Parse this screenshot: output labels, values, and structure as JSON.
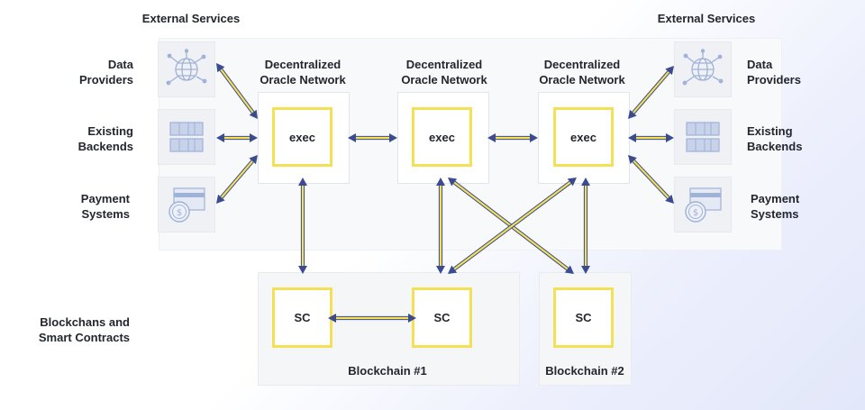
{
  "colors": {
    "arrow_fill": "#f4e054",
    "arrow_edge": "#3a4b8f",
    "box_border": "#f4e054",
    "icon": "#9fb2d8",
    "text": "#23262e"
  },
  "labels": {
    "external_services_left": "External Services",
    "external_services_right": "External Services",
    "data_providers_left": [
      "Data",
      "Providers"
    ],
    "existing_backends_left": [
      "Existing",
      "Backends"
    ],
    "payment_systems_left": [
      "Payment",
      "Systems"
    ],
    "data_providers_right": [
      "Data",
      "Providers"
    ],
    "existing_backends_right": [
      "Existing",
      "Backends"
    ],
    "payment_systems_right": [
      "Payment",
      "Systems"
    ],
    "blockchains_section": [
      "Blockchans and",
      "Smart Contracts"
    ]
  },
  "oracle_networks": [
    {
      "title": [
        "Decentralized",
        "Oracle Network"
      ],
      "exec_label": "exec"
    },
    {
      "title": [
        "Decentralized",
        "Oracle Network"
      ],
      "exec_label": "exec"
    },
    {
      "title": [
        "Decentralized",
        "Oracle Network"
      ],
      "exec_label": "exec"
    }
  ],
  "blockchains": [
    {
      "name": "Blockchain #1",
      "contracts": [
        "SC",
        "SC"
      ]
    },
    {
      "name": "Blockchain #2",
      "contracts": [
        "SC"
      ]
    }
  ],
  "icons": {
    "data_providers": "network-globe-icon",
    "existing_backends": "server-rack-icon",
    "payment_systems": "payment-card-coin-icon"
  }
}
